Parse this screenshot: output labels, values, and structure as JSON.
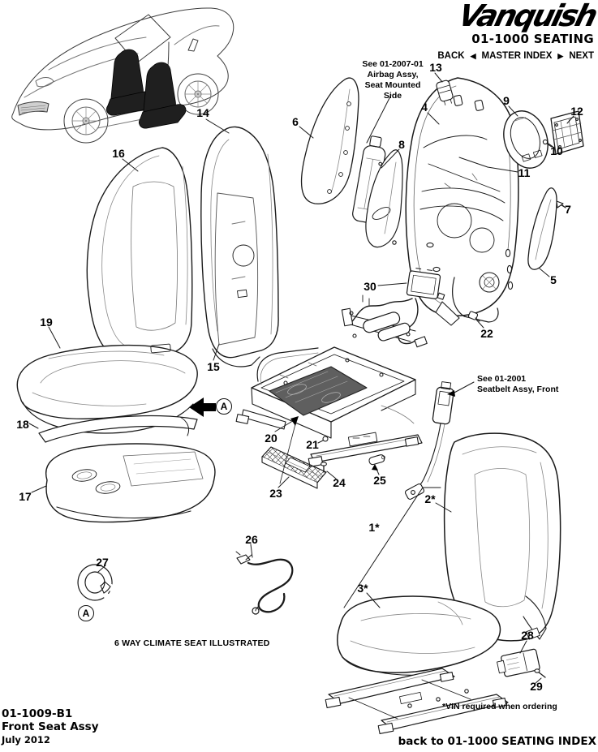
{
  "header": {
    "logo": "Vanquish",
    "section_title": "01-1000 SEATING",
    "nav": {
      "back": "BACK",
      "back_arrow": "◀",
      "master_index": "MASTER INDEX",
      "next_arrow": "▶",
      "next": "NEXT"
    }
  },
  "notes": {
    "airbag": {
      "line1": "See 01-2007-01",
      "line2": "Airbag Assy,",
      "line3": "Seat Mounted Side"
    },
    "seatbelt": {
      "line1": "See 01-2001",
      "line2": "Seatbelt Assy, Front"
    },
    "climate": "6 WAY CLIMATE SEAT ILLUSTRATED",
    "vin": "*VIN required when ordering"
  },
  "footer": {
    "doc_number": "01-1009-B1",
    "doc_title": "Front Seat Assy",
    "doc_date": "July 2012",
    "back_link": "back to 01-1000 SEATING INDEX"
  },
  "markers": {
    "a": "A"
  },
  "colors": {
    "ink": "#000000",
    "paper": "#ffffff",
    "line": "#1a1a1a",
    "seat_fill": "#1f1f1f",
    "mat_fill": "#5f5f5f"
  },
  "callouts": {
    "c1s": "1*",
    "c2s": "2*",
    "c3s": "3*",
    "c4": "4",
    "c5": "5",
    "c6": "6",
    "c7": "7",
    "c8": "8",
    "c9": "9",
    "c10": "10",
    "c11": "11",
    "c12": "12",
    "c13": "13",
    "c14": "14",
    "c15": "15",
    "c16": "16",
    "c17": "17",
    "c18": "18",
    "c19": "19",
    "c20": "20",
    "c21": "21",
    "c22": "22",
    "c23": "23",
    "c24": "24",
    "c25": "25",
    "c26": "26",
    "c27": "27",
    "c28": "28",
    "c29": "29",
    "c30": "30"
  }
}
